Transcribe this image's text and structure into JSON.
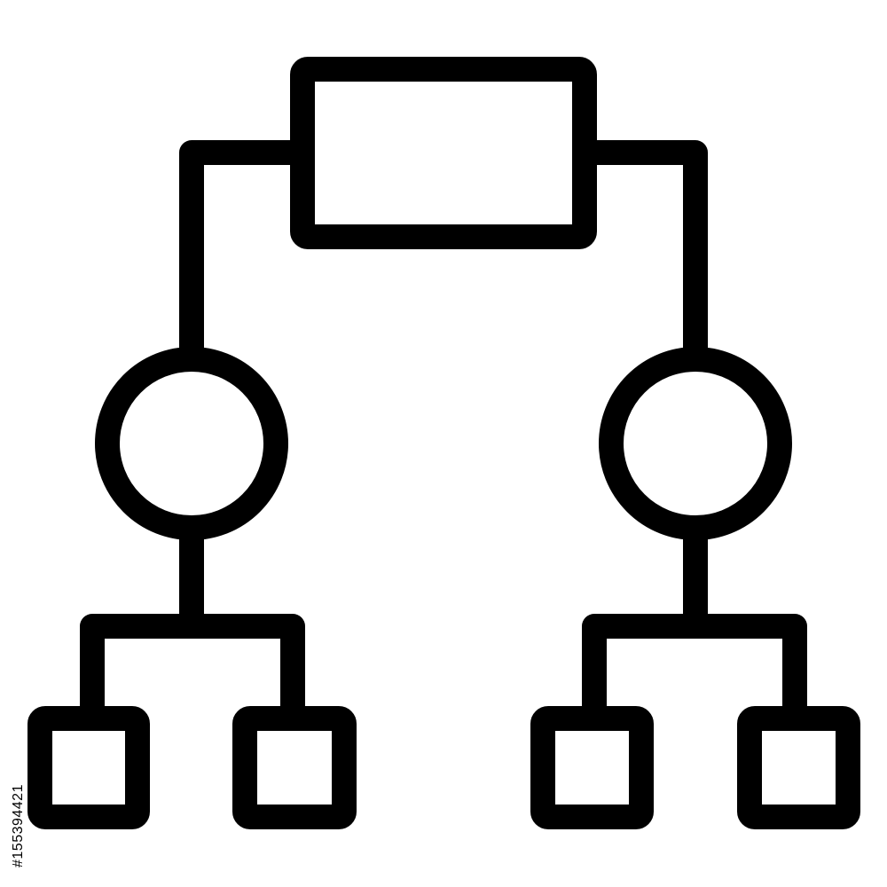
{
  "icon": {
    "name": "hierarchy-flowchart-icon",
    "stroke_color": "#000000",
    "background": "#ffffff"
  },
  "nodes": {
    "root": {
      "shape": "rectangle"
    },
    "branches": [
      {
        "shape": "circle",
        "children": [
          "square",
          "square"
        ]
      },
      {
        "shape": "circle",
        "children": [
          "square",
          "square"
        ]
      }
    ]
  },
  "watermark": {
    "stock_id": "#155394421"
  }
}
